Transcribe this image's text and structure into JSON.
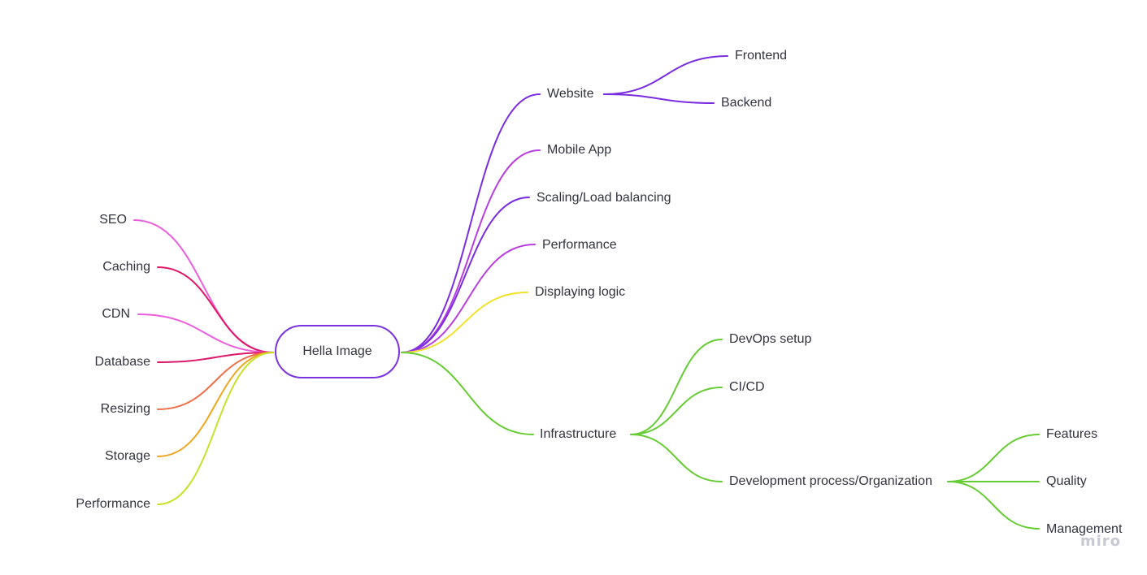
{
  "mindmap": {
    "root": "Hella Image",
    "right": [
      {
        "label": "Website",
        "color": "#7a2de0",
        "children": [
          {
            "label": "Frontend",
            "color": "#7a2de0"
          },
          {
            "label": "Backend",
            "color": "#7a2de0"
          }
        ]
      },
      {
        "label": "Mobile App",
        "color": "#b83ee0"
      },
      {
        "label": "Scaling/Load balancing",
        "color": "#7a2de0"
      },
      {
        "label": "Performance",
        "color": "#b83ee0"
      },
      {
        "label": "Displaying logic",
        "color": "#f2e22c"
      },
      {
        "label": "Infrastructure",
        "color": "#66cc33",
        "children": [
          {
            "label": "DevOps setup",
            "color": "#66cc33"
          },
          {
            "label": "CI/CD",
            "color": "#66cc33"
          },
          {
            "label": "Development process/Organization",
            "color": "#66cc33",
            "children": [
              {
                "label": "Features",
                "color": "#66cc33"
              },
              {
                "label": "Quality",
                "color": "#66cc33"
              },
              {
                "label": "Management",
                "color": "#66cc33"
              }
            ]
          }
        ]
      }
    ],
    "left": [
      {
        "label": "SEO",
        "color": "#ec5fdc"
      },
      {
        "label": "Caching",
        "color": "#dd1a6a"
      },
      {
        "label": "CDN",
        "color": "#ec5fdc"
      },
      {
        "label": "Database",
        "color": "#dd1a6a"
      },
      {
        "label": "Resizing",
        "color": "#ee6e48"
      },
      {
        "label": "Storage",
        "color": "#f0a51e"
      },
      {
        "label": "Performance",
        "color": "#c8e22c"
      }
    ]
  },
  "watermark": "miro"
}
